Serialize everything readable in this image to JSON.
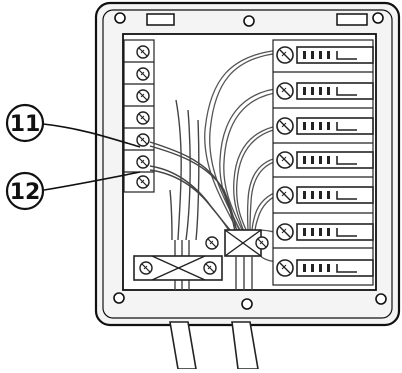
{
  "callouts": [
    {
      "id": "callout-11",
      "label": "11"
    },
    {
      "id": "callout-12",
      "label": "12"
    }
  ],
  "icons": {
    "screw": "screw-icon",
    "mounting_hole": "mounting-hole-icon",
    "fuse": "fuse-icon"
  }
}
